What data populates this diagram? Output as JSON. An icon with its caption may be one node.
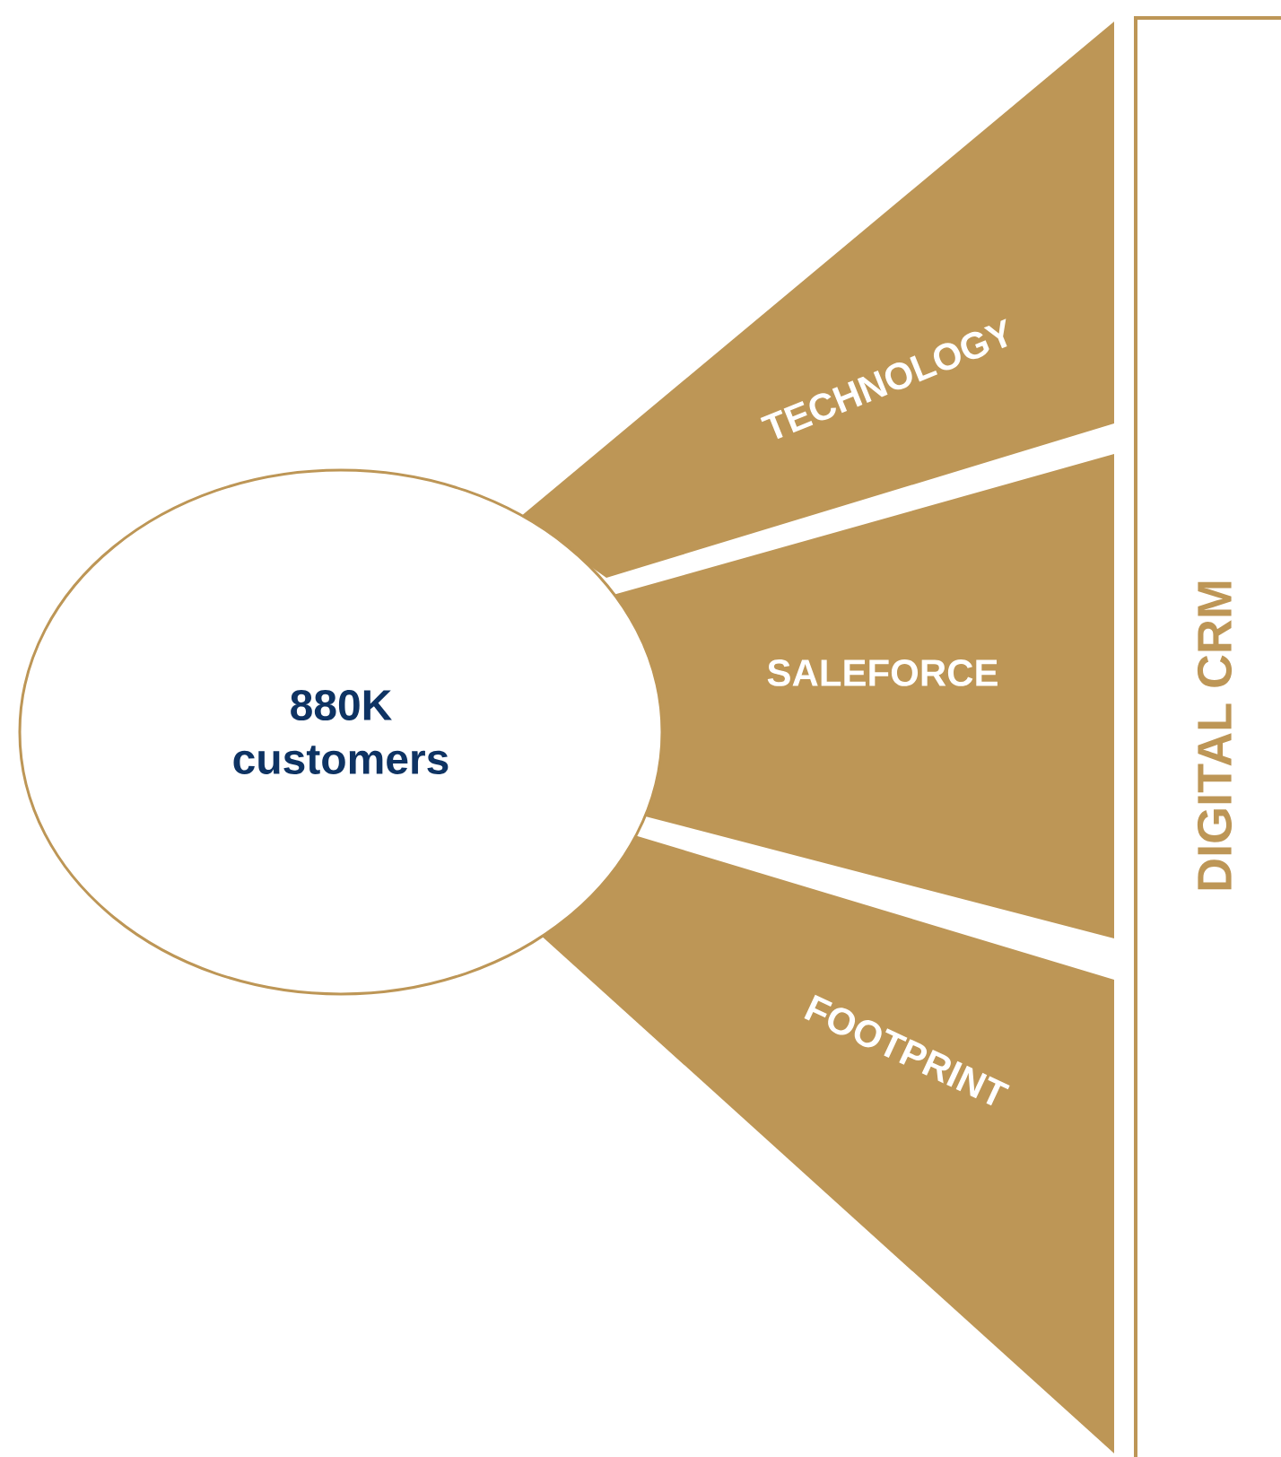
{
  "diagram": {
    "nodes": [
      {
        "text": [
          "880K customers"
        ]
      },
      {
        "text": [
          "TECHNOLOGY"
        ]
      },
      {
        "text": [
          "SALEFORCE"
        ]
      },
      {
        "text": [
          "FOOTPRINT"
        ]
      },
      {
        "text": [
          "DIGITAL CRM"
        ]
      }
    ]
  }
}
